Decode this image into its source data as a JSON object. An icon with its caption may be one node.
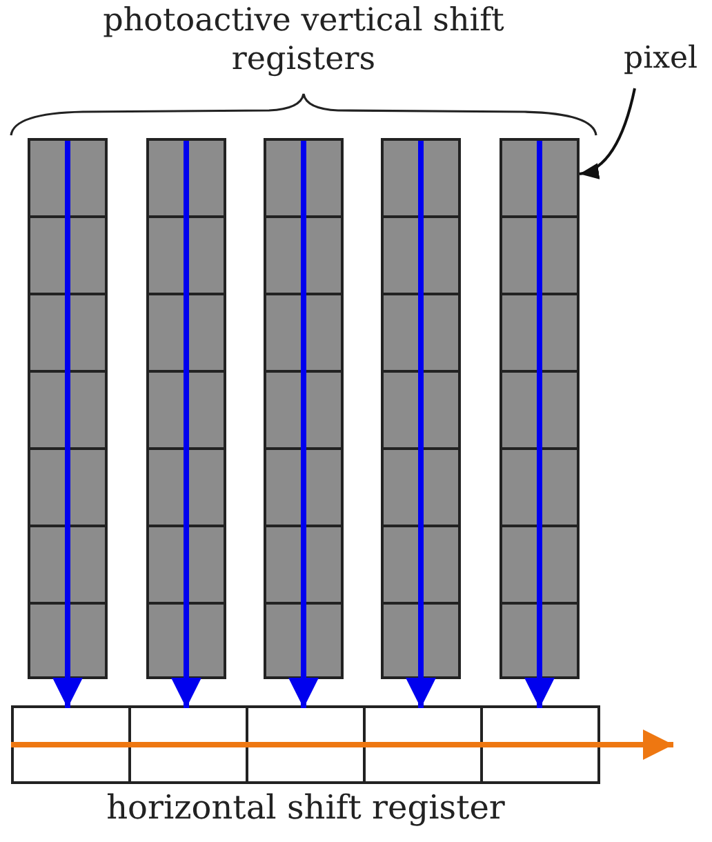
{
  "diagram": {
    "nodes": [
      {
        "text": [],
        "shape": "bar"
      },
      {
        "text": [],
        "shape": "bar"
      },
      {
        "text": [],
        "shape": "bar"
      },
      {
        "text": [],
        "shape": "bar"
      },
      {
        "text": [],
        "shape": "bar"
      },
      {
        "text": [
          "pixel"
        ]
      },
      {
        "text": [
          "horizontal shift register"
        ]
      },
      {
        "text": [],
        "shape": "box",
        "in": 6
      },
      {
        "text": [],
        "shape": "box",
        "in": 6
      },
      {
        "text": [],
        "shape": "box",
        "in": 6
      },
      {
        "text": [],
        "shape": "box",
        "in": 6
      },
      {
        "text": [],
        "shape": "box",
        "in": 6
      }
    ],
    "edges": [
      {
        "from": 5,
        "to": 4,
        "arrow": "to",
        "color": "#111111"
      },
      {
        "from": 0,
        "to": 7,
        "arrow": "to",
        "color": "#0000ee"
      },
      {
        "from": 1,
        "to": 8,
        "arrow": "to",
        "color": "#0000ee"
      },
      {
        "from": 2,
        "to": 9,
        "arrow": "to",
        "color": "#0000ee"
      },
      {
        "from": 3,
        "to": 10,
        "arrow": "to",
        "color": "#0000ee"
      },
      {
        "from": 4,
        "to": 11,
        "arrow": "to",
        "color": "#0000ee"
      },
      {
        "from": 6,
        "to": null,
        "arrow": "to",
        "color": "#ee7711"
      }
    ],
    "labels": [
      "photoactive vertical shift registers"
    ]
  }
}
